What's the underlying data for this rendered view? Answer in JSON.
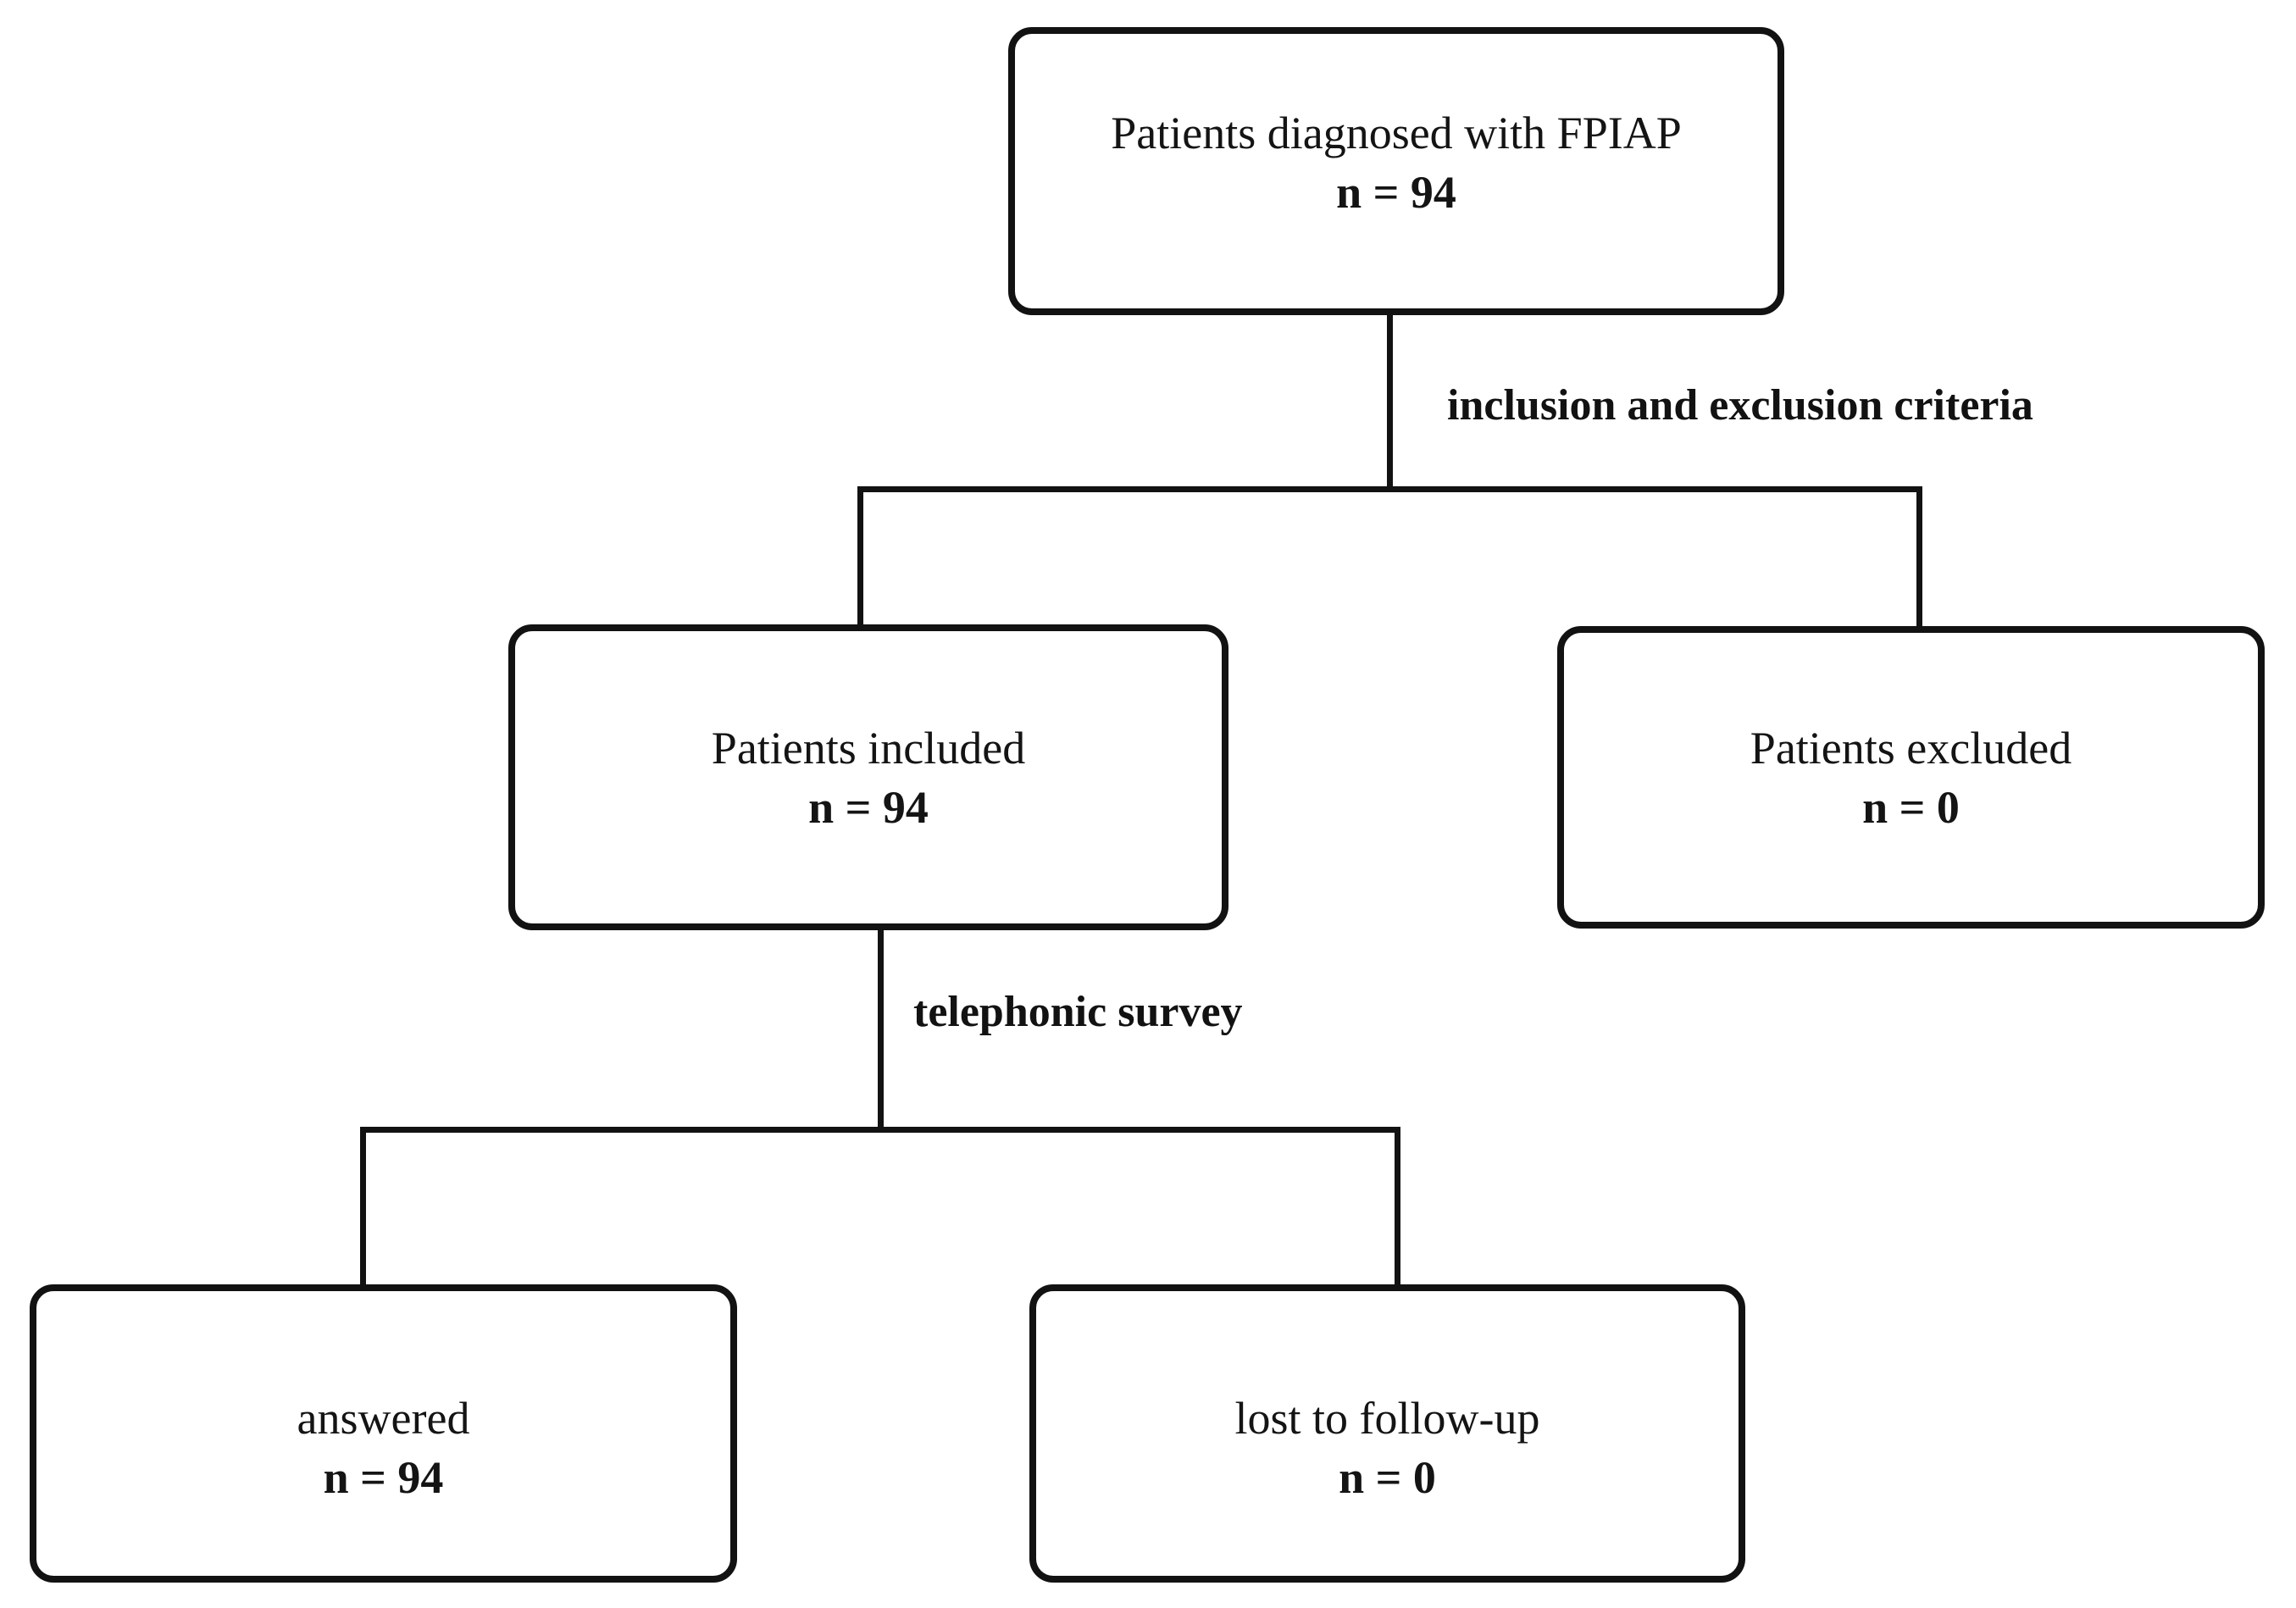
{
  "figure": {
    "type": "flowchart",
    "background": "#ffffff",
    "line_color": "#121212",
    "nodes": {
      "diagnosed": {
        "line1": "Patients diagnosed with FPIAP",
        "line2": "n = 94"
      },
      "included": {
        "line1": "Patients included",
        "line2": "n = 94"
      },
      "excluded": {
        "line1": "Patients excluded",
        "line2": "n = 0"
      },
      "answered": {
        "line1": "answered",
        "line2": "n = 94"
      },
      "lost": {
        "line1": "lost to follow-up",
        "line2": "n = 0"
      }
    },
    "edge_labels": {
      "criteria": "inclusion and exclusion criteria",
      "survey": "telephonic survey"
    }
  }
}
